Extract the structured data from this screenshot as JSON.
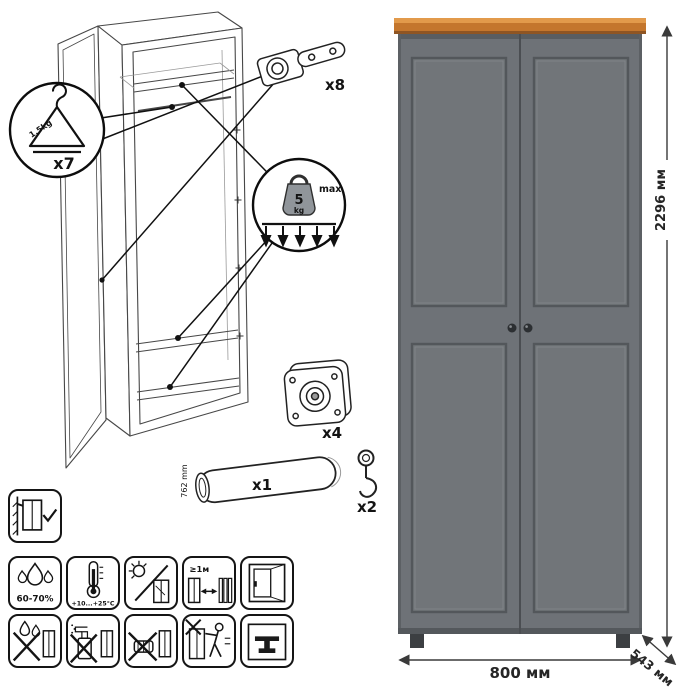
{
  "counts": {
    "hangers": "x7",
    "hinges": "x8",
    "supports": "x4",
    "rods": "x1",
    "hooks": "x2"
  },
  "callouts": {
    "hanger_capacity": "1.5kg",
    "load_value": "5",
    "load_unit": "kg",
    "load_max": "max",
    "rod_length": "762 mm"
  },
  "care": {
    "humidity": "60-70%",
    "temperature": "+10...+25°C",
    "heat_distance": "≥1м"
  },
  "dimensions": {
    "height": "2296 мм",
    "width": "800 мм",
    "depth": "543 мм"
  },
  "colors": {
    "wardrobe_body": "#6e7277",
    "wardrobe_top_trim": "#c4762d",
    "wardrobe_top_highlight": "#e29a4b",
    "knob": "#2c2f32",
    "dimension_line": "#3a3a3a"
  }
}
